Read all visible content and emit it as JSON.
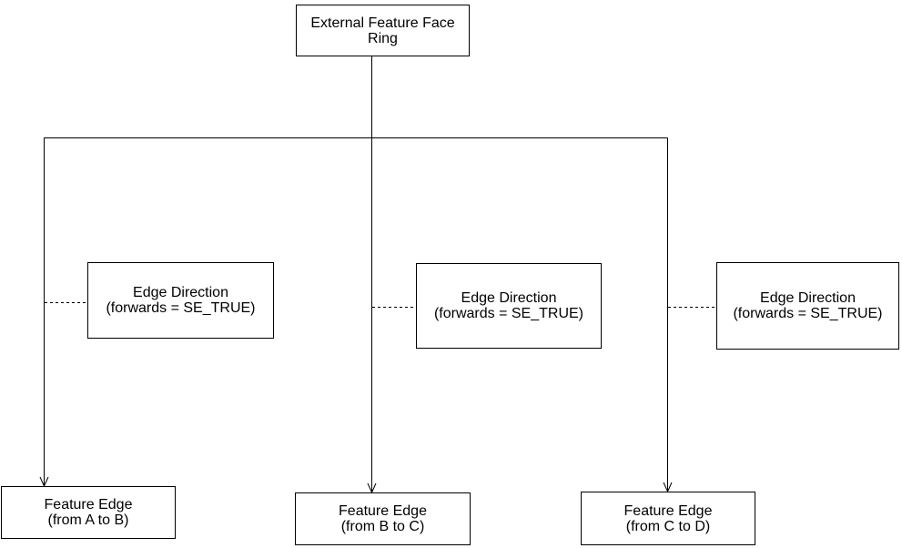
{
  "diagram": {
    "root": {
      "line1": "External Feature Face",
      "line2": "Ring"
    },
    "edge_directions": [
      {
        "line1": "Edge Direction",
        "line2": "(forwards = SE_TRUE)"
      },
      {
        "line1": "Edge Direction",
        "line2": "(forwards = SE_TRUE)"
      },
      {
        "line1": "Edge Direction",
        "line2": "(forwards = SE_TRUE)"
      }
    ],
    "feature_edges": [
      {
        "line1": "Feature Edge",
        "line2": "(from A to B)"
      },
      {
        "line1": "Feature Edge",
        "line2": "(from B to C)"
      },
      {
        "line1": "Feature Edge",
        "line2": "(from C to D)"
      }
    ],
    "colors": {
      "background": "#ffffff",
      "line": "#000000",
      "box_border": "#000000",
      "text": "#000000"
    }
  }
}
